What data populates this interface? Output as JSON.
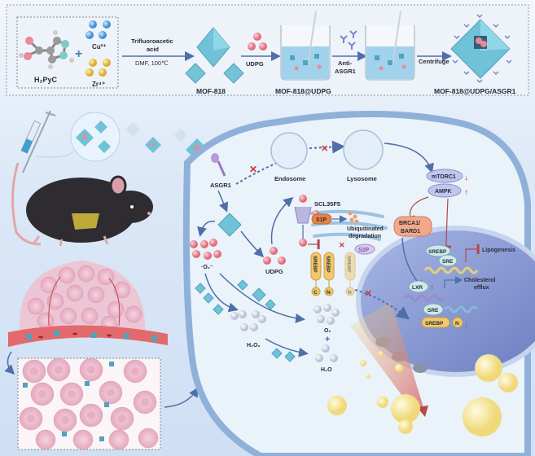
{
  "synthesis_panel": {
    "precursor_ligand": "H₂PyC",
    "metal_ion_1": "Cu²⁺",
    "metal_ion_2": "Zr⁴⁺",
    "plus_sign": "+",
    "step1_reagent_line1": "Trifluoroacetic",
    "step1_reagent_line2": "acid",
    "step1_conditions": "DMF, 100℃",
    "product1": "MOF-818",
    "step2_reagent": "UDPG",
    "product2": "MOF-818@UDPG",
    "step3_reagent_line1": "Anti-",
    "step3_reagent_line2": "ASGR1",
    "step4_process": "Centrifuge",
    "final_product": "MOF-818@UDPG/ASGR1"
  },
  "cell_panel": {
    "receptor": "ASGR1",
    "endosome": "Endosome",
    "lysosome": "Lysosome",
    "mtorc1": "mTORC1",
    "ampk": "AMPK",
    "transporter": "SCL35F5",
    "s1p": "S1P",
    "s2p": "S2P",
    "ubiquitinated_line1": "Ubiquitinated",
    "ubiquitinated_line2": "degradation",
    "brca1_line1": "BRCA1/",
    "brca1_line2": "BARD1",
    "udpg": "UDPG",
    "superoxide": "·O₂⁻",
    "h2o2": "H₂O₂",
    "o2": "O₂",
    "h2o": "H₂O",
    "plus_sign": "+",
    "srebp": "SREBP",
    "c_terminal": "C",
    "n_terminal": "N",
    "nucleus_srebp": "SREBP",
    "nucleus_sre": "SRE",
    "lipogenesis": "Lipogenesis",
    "lxr": "LXR",
    "cholesterol_line1": "Cholesterol",
    "cholesterol_line2": "efflux",
    "nucleus_sre_2": "SRE",
    "nucleus_srebp_2": "SREBP",
    "nucleus_n": "N"
  },
  "colors": {
    "mof_cyan": "#5fb8cf",
    "udpg_pink": "#e8808c",
    "srebp_yellow": "#e9c35a",
    "s1p_orange": "#e8844a",
    "inhibit_red": "#c0393b",
    "membrane_blue": "#8fb0d8",
    "nucleus_blue": "#7e8fc9",
    "arrow_blue": "#4e6fa8",
    "lipid_yellow": "#f5e39a"
  }
}
